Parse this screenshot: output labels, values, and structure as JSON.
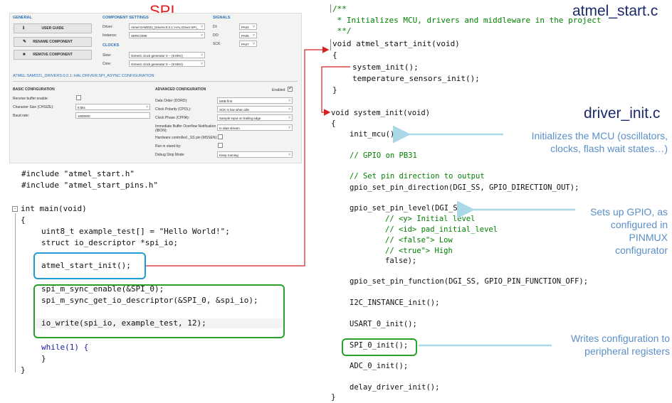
{
  "spi_title": "SPI",
  "config_panel": {
    "headers": {
      "general": "GENERAL",
      "component_settings": "COMPONENT SETTINGS",
      "signals": "SIGNALS",
      "clocks": "CLOCKS",
      "async_config": "ATMEL:SAMD21_DRIVERS:0.0.1::HAL:DRIVER:SPI_ASYNC CONFIGURATION:",
      "basic_config": "BASIC CONFIGURATION",
      "advanced_config": "ADVANCED CONFIGURATION"
    },
    "buttons": {
      "user_guide": "USER GUIDE",
      "rename": "RENAME COMPONENT",
      "remove": "REMOVE COMPONENT"
    },
    "component": {
      "driver_label": "Driver:",
      "driver_value": "Atmel:SAMD21_Drivers:0.0.1::HAL:Driver:SPI_",
      "instance_label": "Instance:",
      "instance_value": "SERCOM0",
      "slow_label": "Slow:",
      "slow_value": "Generic clock generator 0 -- (8 MHz)",
      "core_label": "Core:",
      "core_value": "Generic clock generator 0 -- (8 MHz)"
    },
    "signals": {
      "di_label": "DI:",
      "di_value": "PA04",
      "do_label": "DO:",
      "do_value": "PA06",
      "sck_label": "SCK:",
      "sck_value": "PA07"
    },
    "basic": {
      "receive_label": "Receive buffer enable:",
      "charsize_label": "Character Size (CHSIZE):",
      "charsize_value": "8 bits",
      "baud_label": "Baud rate:",
      "baud_value": "1000000"
    },
    "advanced": {
      "enabled_label": "Enabled",
      "dord_label": "Data Order (DORD):",
      "dord_value": "MSB first",
      "cpol_label": "Clock Polarity (CPOL):",
      "cpol_value": "SCK is low when idle",
      "cpha_label": "Clock Phase (CPHA):",
      "cpha_value": "Sample input on trailing edge",
      "ibon_label": "Immediate Buffer Overflow Notification (IBON):",
      "ibon_value": "In data stream",
      "mssen_label": "Hardware controlled _SS pin (MSSEN):",
      "standby_label": "Run in stand-by:",
      "debug_label": "Debug Stop Mode:",
      "debug_value": "Keep running"
    }
  },
  "main_code": {
    "include1": "#include \"atmel_start.h\"",
    "include2": "#include \"atmel_start_pins.h\"",
    "main_sig": "int main(void)",
    "open_brace": "{",
    "var1": "uint8_t example_test[] = \"Hello World!\";",
    "var2": "struct io_descriptor *spi_io;",
    "init_call": "atmel_start_init();",
    "enable_call": "spi_m_sync_enable(&SPI_0);",
    "get_io_call": "spi_m_sync_get_io_descriptor(&SPI_0, &spi_io);",
    "write_call": "io_write(spi_io, example_test, 12);",
    "while_line": "while(1) {",
    "while_close": "}",
    "close_brace": "}"
  },
  "atmel_start_c": {
    "filename": "atmel_start.c",
    "comment1": "/**",
    "comment2": " * Initializes MCU, drivers and middleware in the project",
    "comment3": " **/",
    "sig": "void atmel_start_init(void)",
    "open": "{",
    "sys_init": "system_init();",
    "temp_init": "temperature_sensors_init();",
    "close": "}"
  },
  "driver_init_c": {
    "filename": "driver_init.c",
    "sig": "void system_init(void)",
    "open": "{",
    "init_mcu": "init_mcu();",
    "gpio_comment": "// GPIO on PB31",
    "dir_comment": "// Set pin direction to output",
    "set_dir": "gpio_set_pin_direction(DGI_SS, GPIO_DIRECTION_OUT);",
    "set_level": "gpio_set_pin_level(DGI_SS,",
    "level_c1": "// <y> Initial level",
    "level_c2": "// <id> pad_initial_level",
    "level_c3": "// <false\"> Low",
    "level_c4": "// <true\"> High",
    "level_false": "false);",
    "set_func": "gpio_set_pin_function(DGI_SS, GPIO_PIN_FUNCTION_OFF);",
    "i2c": "I2C_INSTANCE_init();",
    "usart": "USART_0_init();",
    "spi": "SPI_0_init();",
    "adc": "ADC_0_init();",
    "delay": "delay_driver_init();",
    "close": "}"
  },
  "notes": {
    "mcu_line1": "Initializes the MCU (oscillators,",
    "mcu_line2": "clocks, flash wait states…)",
    "gpio_line1": "Sets up GPIO, as",
    "gpio_line2": "configured in",
    "gpio_line3": "PINMUX",
    "gpio_line4": "configurator",
    "spi_line1": "Writes configuration to",
    "spi_line2": "peripheral registers"
  },
  "colors": {
    "spi_title": "#e02020",
    "highlight_blue": "#1f9bd7",
    "highlight_green": "#2aa02a",
    "arrow_red": "#d62020",
    "note_arrow": "#a9d8e6",
    "note_text": "#5b8fc8"
  }
}
